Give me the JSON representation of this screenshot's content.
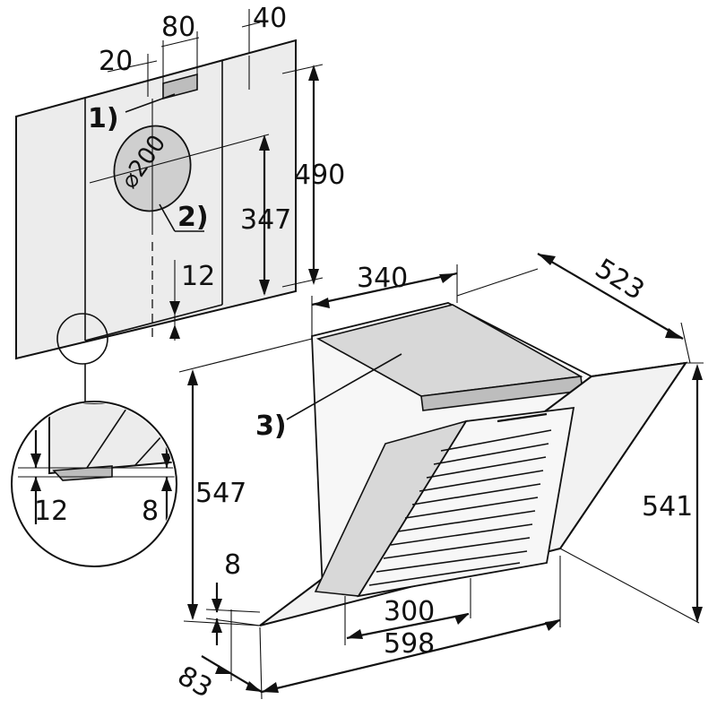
{
  "dimensions": {
    "socket_offset": "20",
    "socket_width": "80",
    "vent_offset": "40",
    "wall_height": "490",
    "duct_height": "347",
    "duct_diameter": "⌀200",
    "bottom_gap_wall": "12",
    "detail_left": "12",
    "detail_right": "8",
    "depth_top": "340",
    "depth_total": "523",
    "front_height": "547",
    "side_height": "541",
    "bottom_offset": "8",
    "filter_width": "300",
    "total_width": "598",
    "panel_projection": "83"
  },
  "callouts": {
    "socket": "1)",
    "duct": "2)",
    "top_panel": "3)"
  }
}
